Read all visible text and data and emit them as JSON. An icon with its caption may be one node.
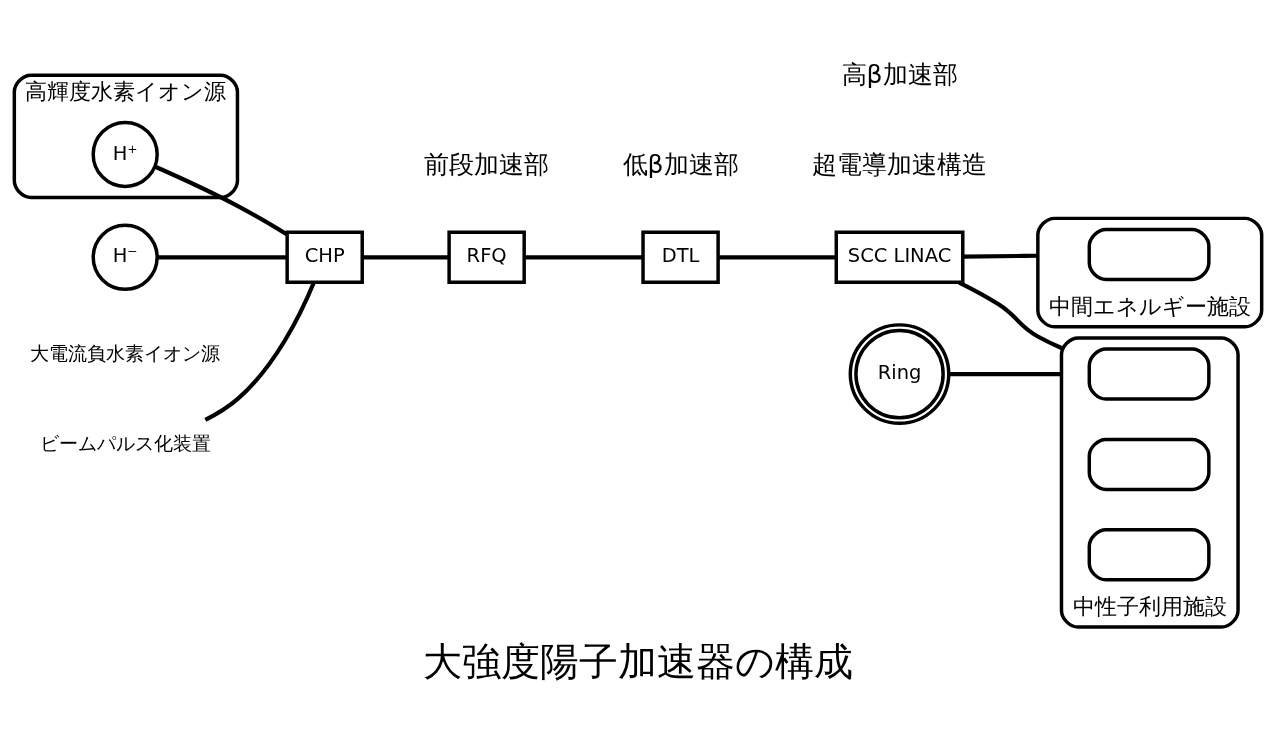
{
  "diagram": {
    "title": "大強度陽子加速器の構成",
    "nodes": [
      {
        "text": [
          "高輝度水素イオン源"
        ]
      },
      {
        "text": [
          "H⁺"
        ],
        "in": 0
      },
      {
        "text": [
          "H⁻"
        ],
        "beside": [
          "大電流負水素イオン源"
        ]
      },
      {
        "text": [
          "CHP"
        ]
      },
      {
        "text": [
          "RFQ"
        ]
      },
      {
        "text": [
          "DTL"
        ]
      },
      {
        "text": [
          "SCC LINAC"
        ]
      },
      {
        "text": [
          "Ring"
        ]
      },
      {
        "text": [
          "中間エネルギー施設"
        ]
      },
      {
        "text": [],
        "shape": "box",
        "in": 8
      },
      {
        "text": [
          "中性子利用施設"
        ]
      },
      {
        "text": [],
        "shape": "box",
        "in": 10
      },
      {
        "text": [],
        "shape": "box",
        "in": 10
      },
      {
        "text": [],
        "shape": "box",
        "in": 10
      },
      {
        "text": [
          "ビームパルス化装置"
        ]
      }
    ],
    "edges": [
      {
        "from": 1,
        "to": 3,
        "arrow": "none"
      },
      {
        "from": 2,
        "to": 3,
        "arrow": "none"
      },
      {
        "from": 3,
        "to": 4,
        "arrow": "none"
      },
      {
        "from": 4,
        "to": 5,
        "arrow": "none"
      },
      {
        "from": 5,
        "to": 6,
        "arrow": "none"
      },
      {
        "from": 6,
        "to": 10,
        "arrow": "none"
      },
      {
        "from": 7,
        "to": 10,
        "arrow": "none"
      },
      {
        "from": 6,
        "to": 8,
        "arrow": "none"
      },
      {
        "from": 14,
        "to": 3,
        "arrow": "none"
      }
    ],
    "labels": [
      "前段加速部",
      "超電導加速構造",
      "低β加速部",
      "高β加速部"
    ]
  }
}
